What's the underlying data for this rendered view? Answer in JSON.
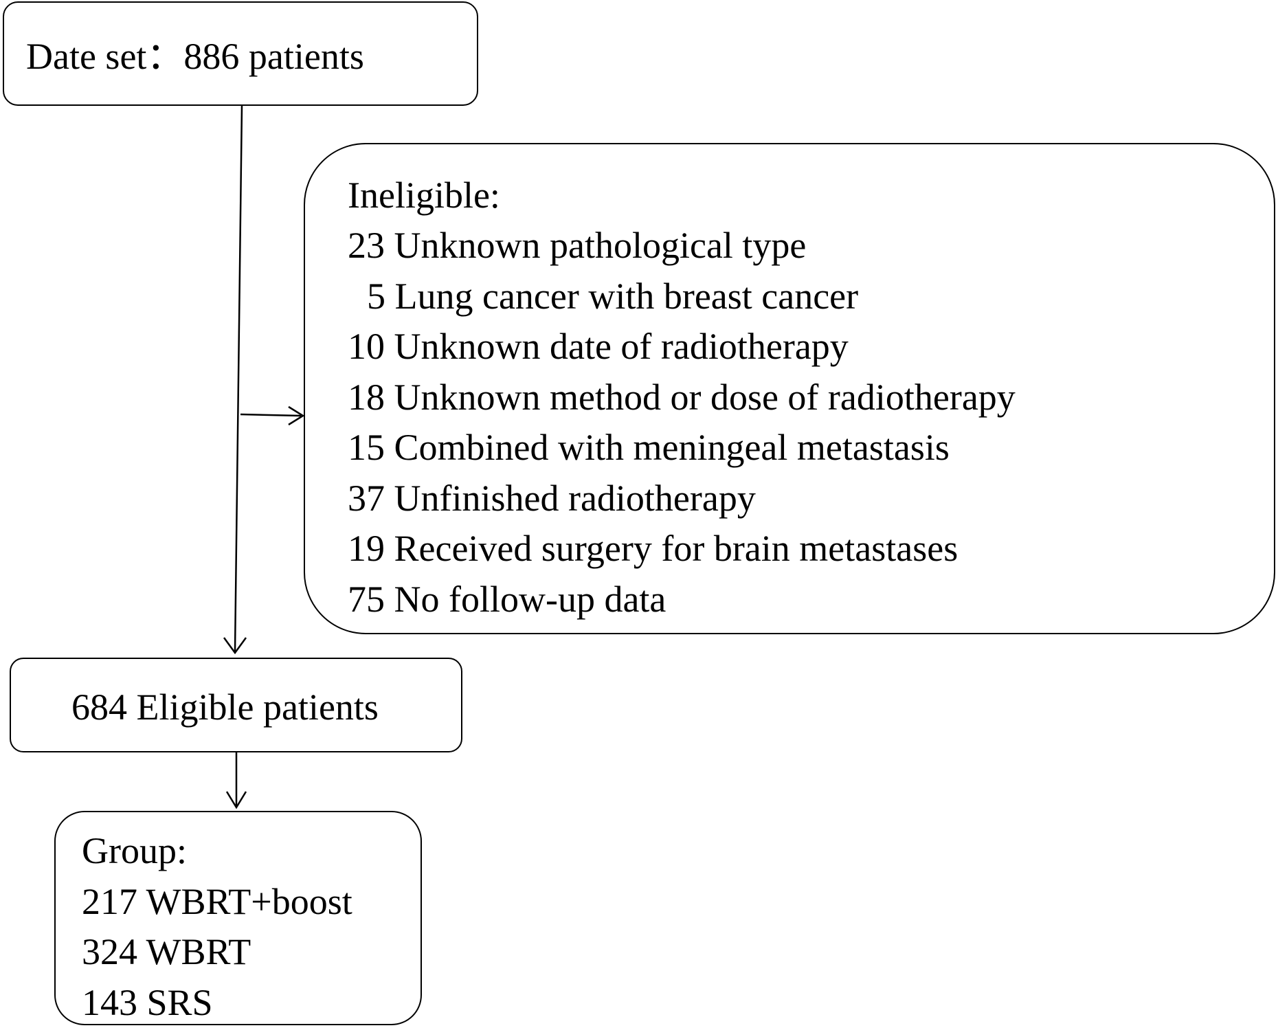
{
  "flowchart": {
    "dataset": {
      "label": "Date set：886 patients"
    },
    "ineligible": {
      "title": "Ineligible:",
      "items": [
        {
          "count": "23",
          "reason": "Unknown pathological type"
        },
        {
          "count": "5",
          "reason": "Lung cancer with breast cancer"
        },
        {
          "count": "10",
          "reason": "Unknown date of radiotherapy"
        },
        {
          "count": "18",
          "reason": "Unknown method or dose of radiotherapy"
        },
        {
          "count": "15",
          "reason": "Combined with meningeal metastasis"
        },
        {
          "count": "37",
          "reason": "Unfinished radiotherapy"
        },
        {
          "count": "19",
          "reason": "Received surgery for brain metastases"
        },
        {
          "count": "75",
          "reason": "No follow-up data"
        }
      ]
    },
    "eligible": {
      "label": "684 Eligible patients"
    },
    "group": {
      "title": "Group:",
      "items": [
        {
          "count": "217",
          "name": "WBRT+boost"
        },
        {
          "count": "324",
          "name": "WBRT"
        },
        {
          "count": "143",
          "name": "SRS"
        }
      ]
    }
  }
}
